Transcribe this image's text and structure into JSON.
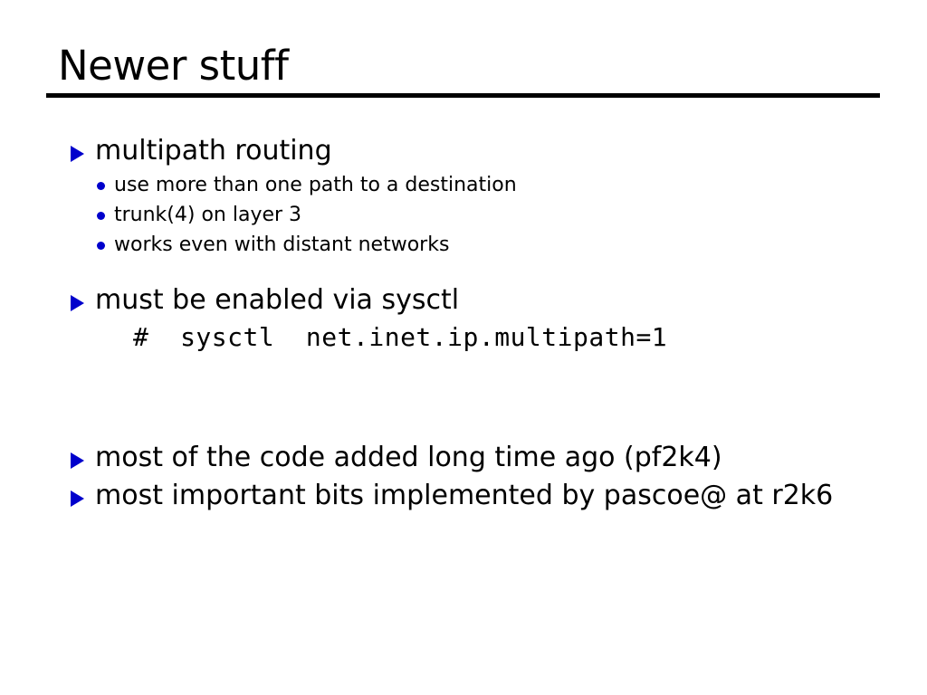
{
  "slide": {
    "title": "Newer stuff",
    "background_color": "#ffffff",
    "text_color": "#000000",
    "bullet_color": "#0000cc",
    "rule_color": "#000000"
  },
  "icons": {
    "level1_bullet": "triangle-right-icon",
    "level2_bullet": "dot-icon"
  },
  "content": {
    "group1": {
      "heading": "multipath routing",
      "subitems": [
        "use more than one path to a destination",
        "trunk(4) on layer 3",
        "works even with distant networks"
      ]
    },
    "group2": {
      "heading": "must be enabled via sysctl",
      "code": "#  sysctl  net.inet.ip.multipath=1"
    },
    "group3": {
      "items": [
        "most of the code added long time ago (pf2k4)",
        "most important bits implemented by pascoe@ at r2k6"
      ]
    }
  }
}
